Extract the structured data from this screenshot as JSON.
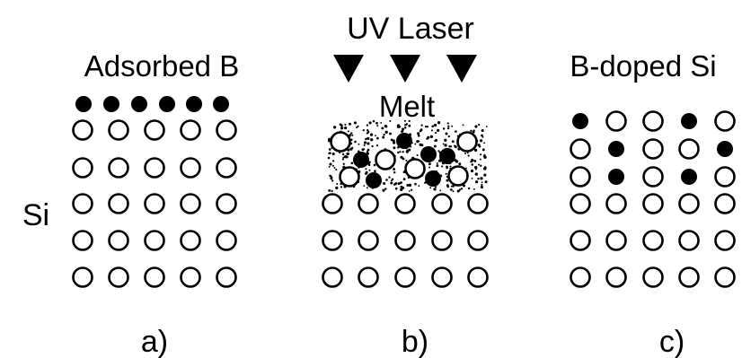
{
  "labels": {
    "uv_laser": "UV Laser",
    "adsorbed_b": "Adsorbed B",
    "melt": "Melt",
    "b_doped_si": "B-doped Si",
    "si": "Si"
  },
  "panels": [
    {
      "caption": "a)"
    },
    {
      "caption": "b)"
    },
    {
      "caption": "c)"
    }
  ],
  "colors": {
    "silicon_atom": "#ffffff",
    "boron_atom": "#000000",
    "outline": "#000000"
  },
  "icons": [
    "laser-arrow-icon",
    "silicon-atom-icon",
    "boron-atom-icon"
  ]
}
